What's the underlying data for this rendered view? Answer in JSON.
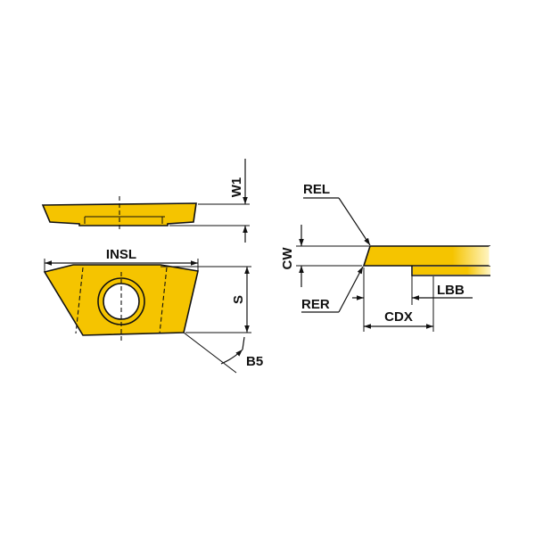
{
  "colors": {
    "insert_fill": "#F5C400",
    "insert_fill_light": "#FFF6C8",
    "line": "#111111",
    "background": "#FFFFFF"
  },
  "labels": {
    "w1": "W1",
    "insl": "INSL",
    "s": "S",
    "b5": "B5",
    "rel": "REL",
    "cw": "CW",
    "rer": "RER",
    "cdx": "CDX",
    "lbb": "LBB"
  }
}
